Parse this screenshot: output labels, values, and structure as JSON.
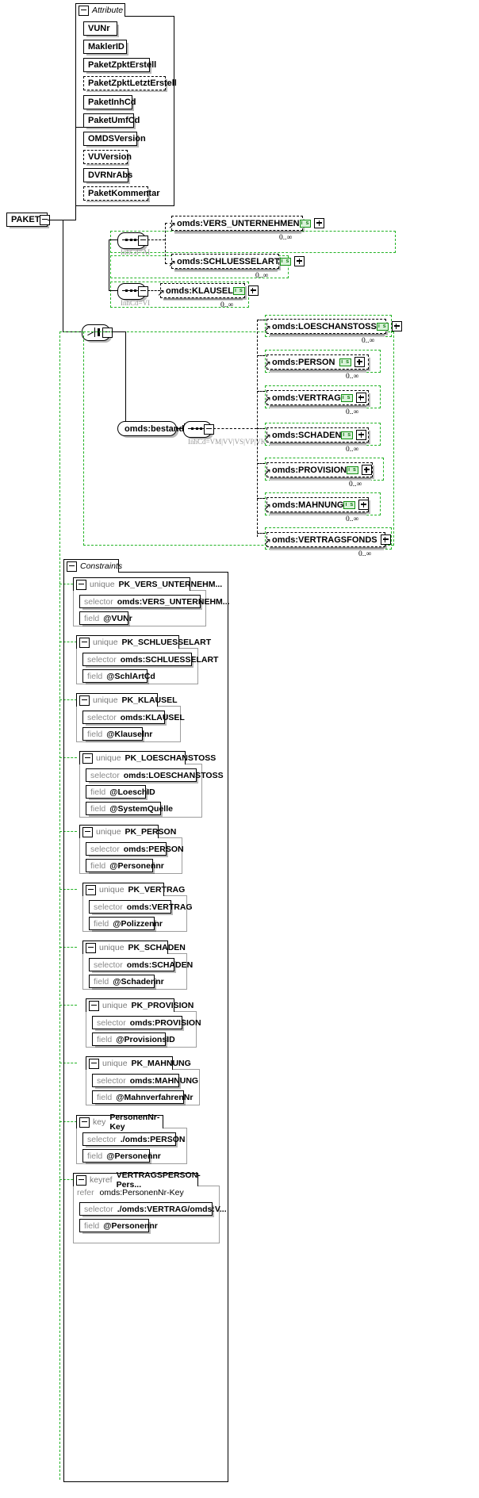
{
  "diagram": {
    "type": "xml-schema-tree",
    "root": {
      "label": "PAKET"
    },
    "attribute_group": {
      "title": "Attribute",
      "collapse_icon": "minus-icon",
      "attributes": [
        {
          "label": "VUNr",
          "optional": false
        },
        {
          "label": "MaklerID",
          "optional": false
        },
        {
          "label": "PaketZpktErstell",
          "optional": false
        },
        {
          "label": "PaketZpktLetztErstell",
          "optional": true
        },
        {
          "label": "PaketInhCd",
          "optional": false
        },
        {
          "label": "PaketUmfCd",
          "optional": false
        },
        {
          "label": "OMDSVersion",
          "optional": false
        },
        {
          "label": "VUVersion",
          "optional": true
        },
        {
          "label": "DVRNrAbs",
          "optional": false
        },
        {
          "label": "PaketKommentar",
          "optional": true
        }
      ]
    },
    "compositors": [
      {
        "kind": "sequence",
        "annotation": "InhCd=AI"
      },
      {
        "kind": "sequence",
        "annotation": "InhCd=VI"
      },
      {
        "kind": "choice",
        "annotation": ""
      },
      {
        "kind": "sequence",
        "annotation": "InhCd=VM|VV|VS|VP|VK"
      }
    ],
    "elements": [
      {
        "label": "omds:VERS_UNTERNEHMEN",
        "badge": "i s",
        "occurs": "0..∞",
        "expandable": true
      },
      {
        "label": "omds:SCHLUESSELART",
        "badge": "i s",
        "occurs": "0..∞",
        "expandable": true
      },
      {
        "label": "omds:KLAUSEL",
        "badge": "i s",
        "occurs": "0..∞",
        "expandable": true
      },
      {
        "label": "omds:LOESCHANSTOSS",
        "badge": "i s",
        "occurs": "0..∞",
        "expandable": true
      },
      {
        "label": "omds:PERSON",
        "badge": "i s",
        "occurs": "0..∞",
        "expandable": true
      },
      {
        "label": "omds:VERTRAG",
        "badge": "i s",
        "occurs": "0..∞",
        "expandable": true
      },
      {
        "label": "omds:SCHADEN",
        "badge": "i s",
        "occurs": "0..∞",
        "expandable": true
      },
      {
        "label": "omds:PROVISION",
        "badge": "i s",
        "occurs": "0..∞",
        "expandable": true
      },
      {
        "label": "omds:MAHNUNG",
        "badge": "i s",
        "occurs": "0..∞",
        "expandable": true
      },
      {
        "label": "omds:VERTRAGSFONDS",
        "badge": "",
        "occurs": "0..∞",
        "expandable": true
      }
    ],
    "bestand": {
      "label": "omds:bestand"
    },
    "constraints_group": {
      "title": "Constraints",
      "items": [
        {
          "kind": "unique",
          "name": "PK_VERS_UNTERNEHM...",
          "selector": "omds:VERS_UNTERNEHM...",
          "fields": [
            "@VUNr"
          ]
        },
        {
          "kind": "unique",
          "name": "PK_SCHLUESSELART",
          "selector": "omds:SCHLUESSELART",
          "fields": [
            "@SchlArtCd"
          ]
        },
        {
          "kind": "unique",
          "name": "PK_KLAUSEL",
          "selector": "omds:KLAUSEL",
          "fields": [
            "@Klauselnr"
          ]
        },
        {
          "kind": "unique",
          "name": "PK_LOESCHANSTOSS",
          "selector": "omds:LOESCHANSTOSS",
          "fields": [
            "@LoeschID",
            "@SystemQuelle"
          ]
        },
        {
          "kind": "unique",
          "name": "PK_PERSON",
          "selector": "omds:PERSON",
          "fields": [
            "@Personennr"
          ]
        },
        {
          "kind": "unique",
          "name": "PK_VERTRAG",
          "selector": "omds:VERTRAG",
          "fields": [
            "@Polizzennr"
          ]
        },
        {
          "kind": "unique",
          "name": "PK_SCHADEN",
          "selector": "omds:SCHADEN",
          "fields": [
            "@Schadennr"
          ]
        },
        {
          "kind": "unique",
          "name": "PK_PROVISION",
          "selector": "omds:PROVISION",
          "fields": [
            "@ProvisionsID"
          ]
        },
        {
          "kind": "unique",
          "name": "PK_MAHNUNG",
          "selector": "omds:MAHNUNG",
          "fields": [
            "@MahnverfahrenNr"
          ]
        },
        {
          "kind": "key",
          "name": "PersonenNr-Key",
          "selector": "./omds:PERSON",
          "fields": [
            "@Personennr"
          ]
        },
        {
          "kind": "keyref",
          "name": "VERTRAGSPERSON-Pers...",
          "refer": "omds:PersonenNr-Key",
          "selector": "./omds:VERTRAG/omds:V...",
          "fields": [
            "@Personennr"
          ]
        }
      ],
      "refer_key_label": "refer"
    },
    "labels": {
      "selector_key": "selector",
      "field_key": "field",
      "refer_key": "refer"
    },
    "colors": {
      "scope_green": "#22b324",
      "badge_green": "#137a13",
      "shadow_gray": "#c4c4c4",
      "muted_gray": "#9a9a9a"
    }
  }
}
